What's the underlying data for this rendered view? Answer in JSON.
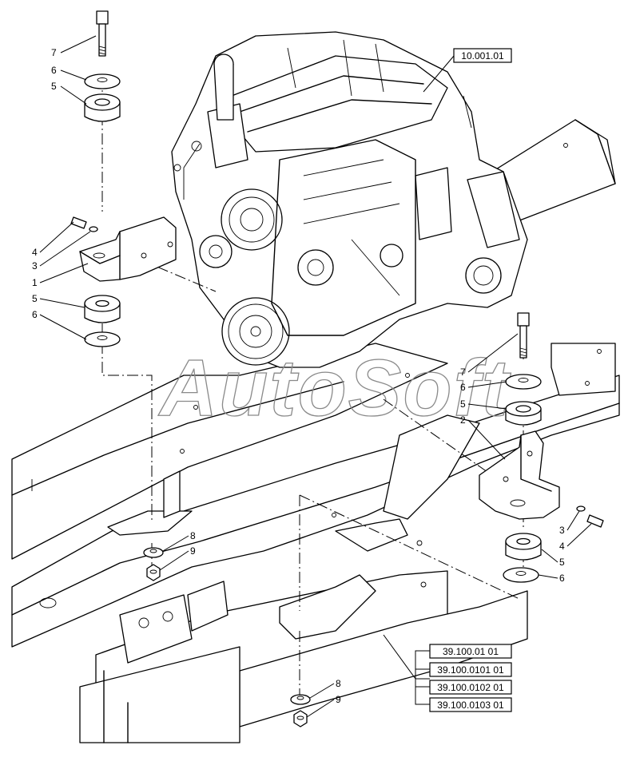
{
  "watermark": "AutoSoft",
  "references": {
    "engine": "10.001.01",
    "frame": [
      "39.100.01 01",
      "39.100.0101 01",
      "39.100.0102 01",
      "39.100.0103 01"
    ]
  },
  "callouts": {
    "left_stack": [
      "7",
      "6",
      "5",
      "4",
      "3",
      "1",
      "5",
      "6"
    ],
    "right_stack": [
      "7",
      "6",
      "5",
      "2",
      "3",
      "4",
      "5",
      "6"
    ],
    "left_lower": [
      "8",
      "9"
    ],
    "bottom_lower": [
      "8",
      "9"
    ]
  }
}
